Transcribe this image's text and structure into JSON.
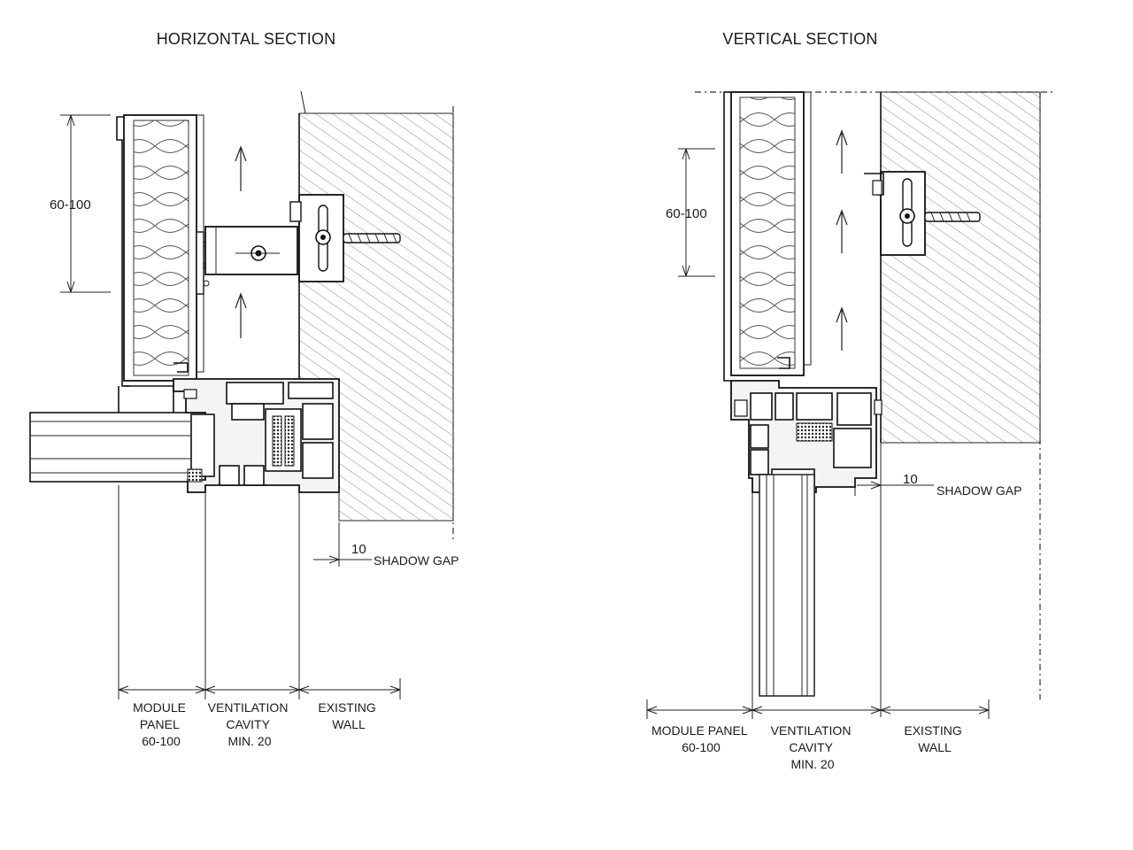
{
  "horizontal": {
    "title": "HORIZONTAL SECTION",
    "dim_panel": "60-100",
    "gap_value": "10",
    "gap_label": "SHADOW GAP",
    "col1": [
      "MODULE",
      "PANEL",
      "60-100"
    ],
    "col2": [
      "VENTILATION",
      "CAVITY",
      "MIN. 20"
    ],
    "col3": [
      "EXISTING",
      "WALL"
    ]
  },
  "vertical": {
    "title": "VERTICAL SECTION",
    "dim_panel": "60-100",
    "gap_value": "10",
    "gap_label": "SHADOW GAP",
    "col1": [
      "MODULE PANEL",
      "60-100"
    ],
    "col2": [
      "VENTILATION",
      "CAVITY",
      "MIN. 20"
    ],
    "col3": [
      "EXISTING",
      "WALL"
    ]
  }
}
